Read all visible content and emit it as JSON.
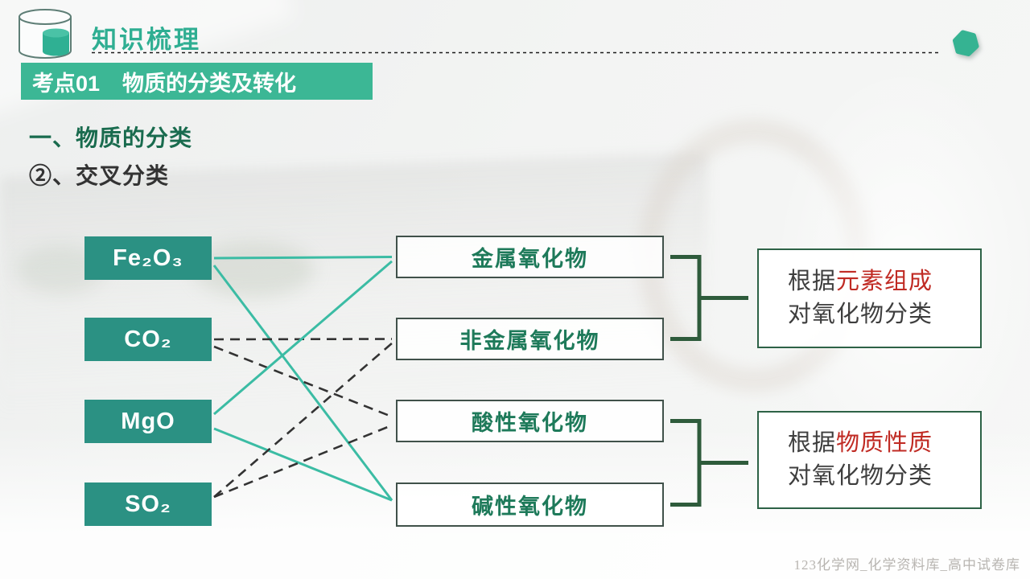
{
  "header": {
    "title": "知识梳理",
    "icon": "database-cylinders-icon",
    "corner_icon": "hexagon-icon"
  },
  "banner": {
    "tag": "考点01",
    "title": "物质的分类及转化"
  },
  "headings": {
    "first": "一、物质的分类",
    "second": "②、交叉分类"
  },
  "formulas": [
    {
      "label": "Fe₂O₃"
    },
    {
      "label": "CO₂"
    },
    {
      "label": "MgO"
    },
    {
      "label": "SO₂"
    }
  ],
  "categories": [
    {
      "label": "金属氧化物"
    },
    {
      "label": "非金属氧化物"
    },
    {
      "label": "酸性氧化物"
    },
    {
      "label": "碱性氧化物"
    }
  ],
  "notes": [
    {
      "prefix": "根据",
      "highlight": "元素组成",
      "line2": "对氧化物分类"
    },
    {
      "prefix": "根据",
      "highlight": "物质性质",
      "line2": "对氧化物分类"
    }
  ],
  "diagram": {
    "connections": [
      {
        "from": "Fe₂O₃",
        "to": "金属氧化物",
        "style": "solid",
        "from_index": 0,
        "to_index": 0
      },
      {
        "from": "Fe₂O₃",
        "to": "碱性氧化物",
        "style": "solid",
        "from_index": 0,
        "to_index": 3
      },
      {
        "from": "CO₂",
        "to": "非金属氧化物",
        "style": "dashed",
        "from_index": 1,
        "to_index": 1
      },
      {
        "from": "CO₂",
        "to": "酸性氧化物",
        "style": "dashed",
        "from_index": 1,
        "to_index": 2
      },
      {
        "from": "MgO",
        "to": "金属氧化物",
        "style": "solid",
        "from_index": 2,
        "to_index": 0
      },
      {
        "from": "MgO",
        "to": "碱性氧化物",
        "style": "solid",
        "from_index": 2,
        "to_index": 3
      },
      {
        "from": "SO₂",
        "to": "非金属氧化物",
        "style": "dashed",
        "from_index": 3,
        "to_index": 1
      },
      {
        "from": "SO₂",
        "to": "酸性氧化物",
        "style": "dashed",
        "from_index": 3,
        "to_index": 2
      }
    ],
    "brackets": [
      {
        "categories": [
          0,
          1
        ],
        "note": 0
      },
      {
        "categories": [
          2,
          3
        ],
        "note": 1
      }
    ]
  },
  "watermark": "123化学网_化学资料库_高中试卷库",
  "colors": {
    "accent_teal": "#3CB795",
    "title_teal": "#2FAE92",
    "formula_box": "#2B9183",
    "line_teal": "#3BBCA4",
    "line_dark": "#333333",
    "bracket_green": "#2E5B3B",
    "category_text": "#1E7A5A",
    "category_border": "#40514A",
    "heading_green": "#196B4E",
    "highlight_red": "#C02B24",
    "note_text": "#3E3E3E",
    "note_border": "#2D6246"
  }
}
